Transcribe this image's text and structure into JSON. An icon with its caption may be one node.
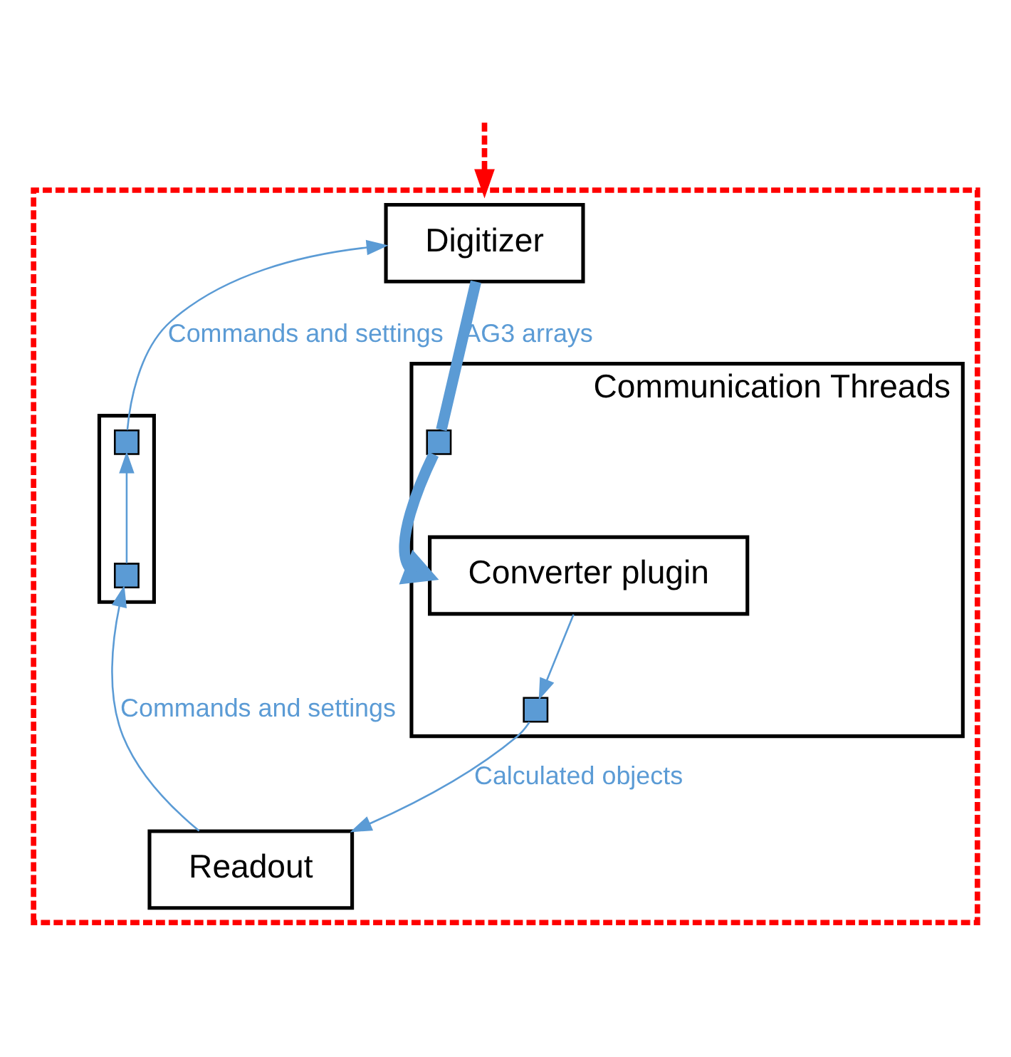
{
  "diagram": {
    "nodes": [
      {
        "text": [],
        "shape": "box"
      },
      {
        "text": [
          "Digitizer"
        ],
        "in": 0
      },
      {
        "text": [],
        "shape": "box",
        "in": 0
      },
      {
        "text": [],
        "shape": "box",
        "in": 2
      },
      {
        "text": [],
        "shape": "box",
        "in": 2
      },
      {
        "text": [
          "Communication Threads"
        ],
        "in": 0
      },
      {
        "text": [],
        "shape": "box",
        "in": 5
      },
      {
        "text": [
          "Converter plugin"
        ],
        "in": 5
      },
      {
        "text": [],
        "shape": "box",
        "in": 5
      },
      {
        "text": [
          "Readout"
        ],
        "in": 0
      }
    ],
    "edges": [
      {
        "from": null,
        "to": 0,
        "arrow": "to",
        "style": "dashed",
        "color": "#ff0000"
      },
      {
        "from": 9,
        "to": 4,
        "arrow": "to",
        "label": "Commands and settings"
      },
      {
        "from": 4,
        "to": 3,
        "arrow": "to"
      },
      {
        "from": 3,
        "to": 1,
        "arrow": "to",
        "label": "Commands and settings"
      },
      {
        "from": 1,
        "to": 6,
        "arrow": "none",
        "style": "thick",
        "label": "AG3 arrays"
      },
      {
        "from": 6,
        "to": 7,
        "arrow": "to",
        "style": "thick"
      },
      {
        "from": 7,
        "to": 8,
        "arrow": "to"
      },
      {
        "from": 8,
        "to": 9,
        "arrow": "to",
        "label": "Calculated objects"
      }
    ]
  }
}
